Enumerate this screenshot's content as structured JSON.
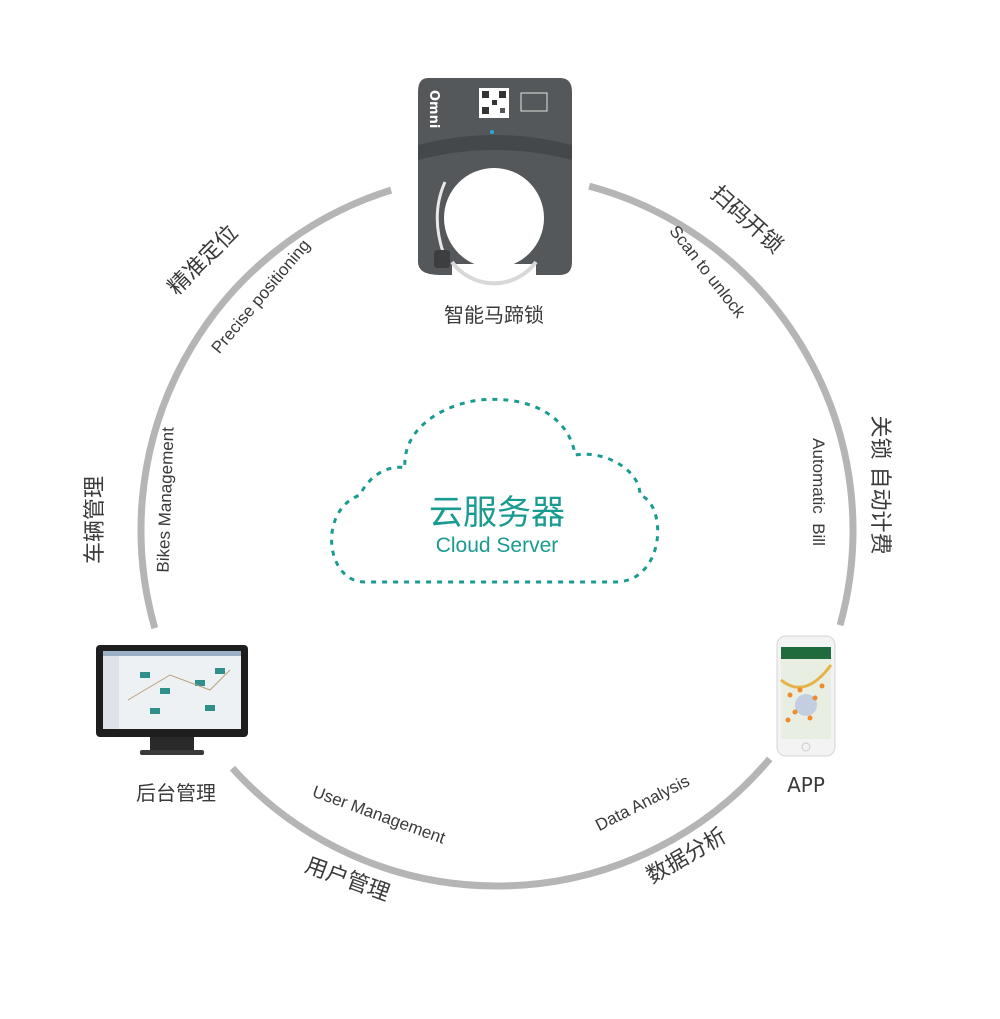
{
  "center": {
    "title_cn": "云服务器",
    "title_en": "Cloud Server"
  },
  "nodes": {
    "lock": {
      "label": "智能马蹄锁",
      "brand": "Omni"
    },
    "backend": {
      "label": "后台管理"
    },
    "app": {
      "label": "APP"
    }
  },
  "edges": {
    "scan": {
      "cn": "扫码开锁",
      "en": "Scan to unlock"
    },
    "bill": {
      "cn": "关锁 自动计费",
      "en": "Automatic  Bill"
    },
    "data": {
      "cn": "数据分析",
      "en": "Data Analysis"
    },
    "user": {
      "cn": "用户管理",
      "en": "User Management"
    },
    "bikes": {
      "cn": "车辆管理",
      "en": "Bikes Management"
    },
    "position": {
      "cn": "精准定位",
      "en": "Precise positioning"
    }
  },
  "colors": {
    "ring": "#b5b5b5",
    "accent": "#1a9b90",
    "text": "#3a3a3a",
    "device": "#55585b"
  }
}
